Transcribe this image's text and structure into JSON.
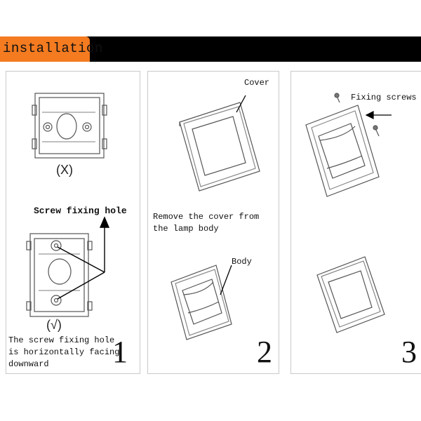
{
  "header": {
    "title": "installation"
  },
  "panel1": {
    "wrong_mark": "(X)",
    "screw_label": "Screw fixing hole",
    "right_mark": "(√)",
    "caption": "The screw fixing hole is horizontally facing downward",
    "caption_lines": [
      "The screw fixing hole",
      "is horizontally facing",
      "downward"
    ],
    "step": "1"
  },
  "panel2": {
    "cover_label": "Cover",
    "instruction": "Remove the cover from the lamp body",
    "instruction_lines": [
      "Remove the cover from",
      "the lamp body"
    ],
    "body_label": "Body",
    "step": "2"
  },
  "panel3": {
    "screws_label": "Fixing screws",
    "step": "3"
  }
}
